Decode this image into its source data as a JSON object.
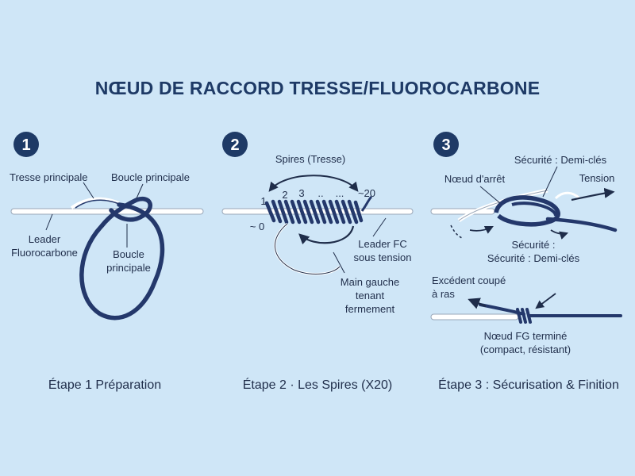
{
  "title": "NŒUD DE RACCORD TRESSE/FLUOROCARBONE",
  "colors": {
    "background": "#cfe6f7",
    "braid": "#24386b",
    "leader": "#ffffff",
    "text": "#1f2d4a"
  },
  "steps": [
    {
      "number": "1",
      "caption": "Étape 1   Préparation",
      "labels": {
        "braid": "Tresse principale",
        "loop_top": "Boucle principale",
        "leader_1": "Leader",
        "leader_2": "Fluorocarbone",
        "loop_inner_1": "Boucle",
        "loop_inner_2": "principale"
      }
    },
    {
      "number": "2",
      "caption": "Étape 2 · Les Spires (X20)",
      "labels": {
        "wraps": "Spires (Tresse)",
        "w1": "1",
        "w2": "2",
        "w3": "3",
        "dots1": "..",
        "dots2": "...",
        "w20": "~20",
        "w0": "~ 0",
        "leader_1": "Leader FC",
        "leader_2": "sous tension",
        "hand_1": "Main gauche",
        "hand_2": "tenant",
        "hand_3": "fermement"
      }
    },
    {
      "number": "3",
      "caption": "Étape 3 : Sécurisation & Finition",
      "labels": {
        "stop_knot": "Nœud d'arrêt",
        "security_top": "Sécurité : Demi-clés",
        "tension": "Tension",
        "security_mid_1": "Sécurité :",
        "security_mid_2": "Sécurité : Demi-clés",
        "trim_1": "Excédent coupé",
        "trim_2": "à ras",
        "done_1": "Nœud FG terminé",
        "done_2": "(compact, résistant)"
      }
    }
  ]
}
